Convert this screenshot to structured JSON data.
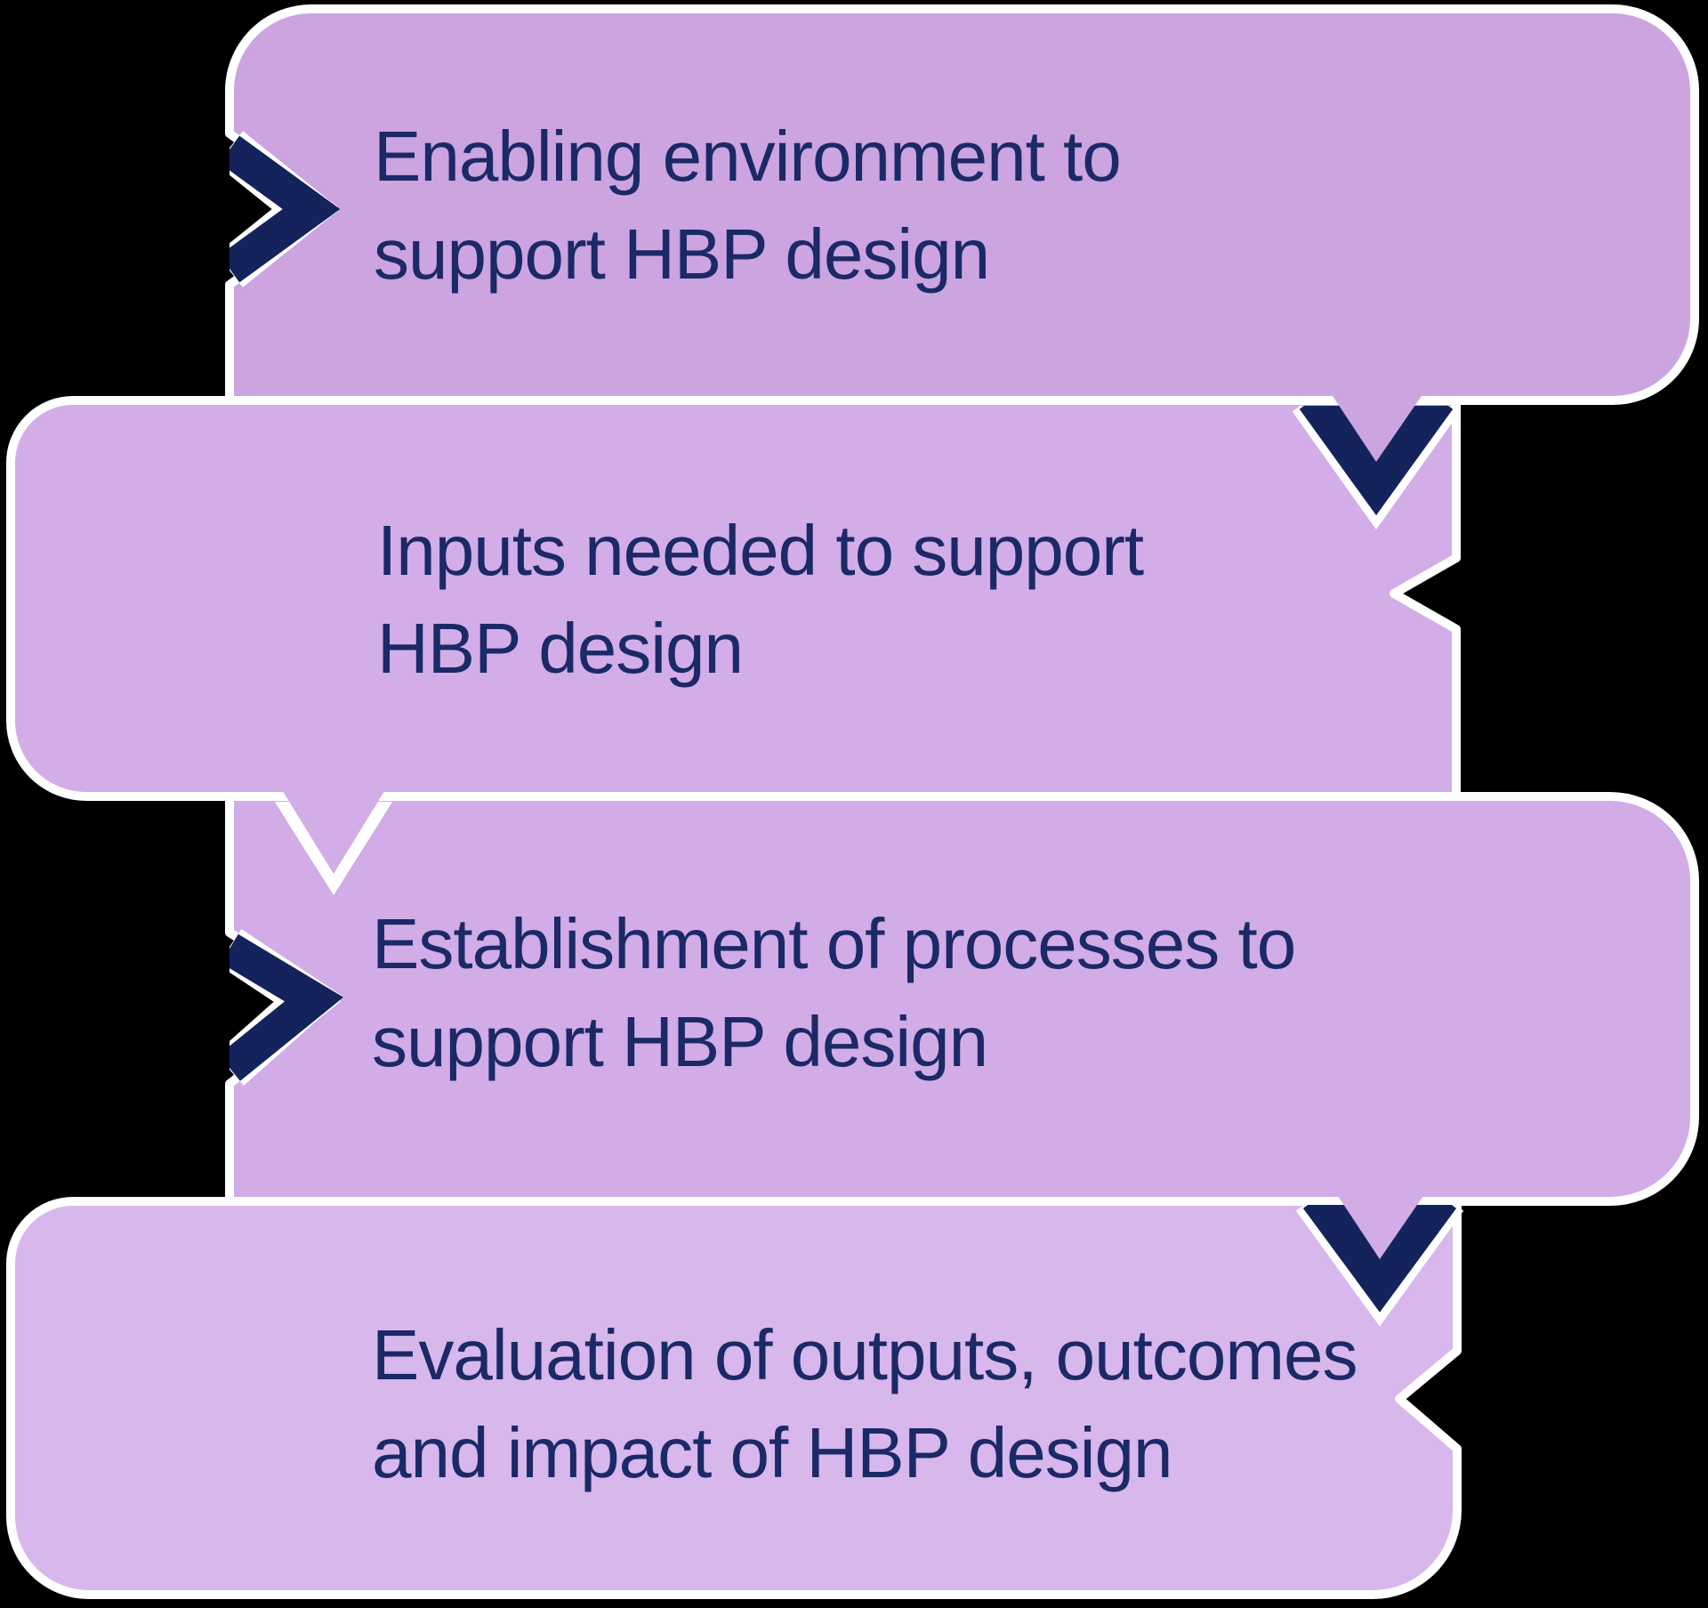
{
  "diagram": {
    "background_color": "#000000",
    "outline_color": "#ffffff",
    "accent_navy": "#14235c",
    "text_color": "#1b2966",
    "steps": [
      {
        "id": 1,
        "lines": [
          "Enabling environment to",
          "support HBP design"
        ],
        "fill": "#cba4e0",
        "marker": "right-chevron"
      },
      {
        "id": 2,
        "lines": [
          "Inputs needed to support",
          "HBP design"
        ],
        "fill": "#d2ade7",
        "marker": "down-chevron"
      },
      {
        "id": 3,
        "lines": [
          "Establishment of processes to",
          "support HBP design"
        ],
        "fill": "#d1ace6",
        "marker": "right-chevron"
      },
      {
        "id": 4,
        "lines": [
          "Evaluation of outputs, outcomes",
          "and impact of HBP design"
        ],
        "fill": "#d7b7ec",
        "marker": "down-chevron"
      }
    ]
  }
}
